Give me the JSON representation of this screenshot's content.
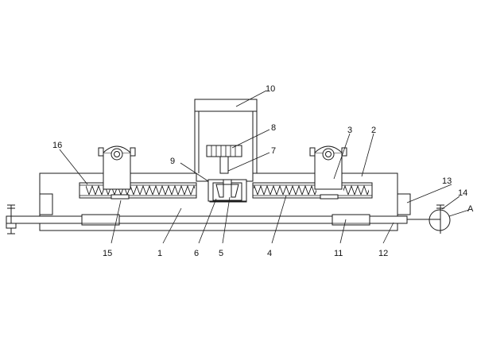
{
  "diagram": {
    "line_color": "#1a1a1a",
    "background": "#ffffff",
    "labels": {
      "l1": "1",
      "l2": "2",
      "l3": "3",
      "l4": "4",
      "l5": "5",
      "l6": "6",
      "l7": "7",
      "l8": "8",
      "l9": "9",
      "l10": "10",
      "l11": "11",
      "l12": "12",
      "l13": "13",
      "l14": "14",
      "l15": "15",
      "l16": "16",
      "lA": "A"
    }
  }
}
